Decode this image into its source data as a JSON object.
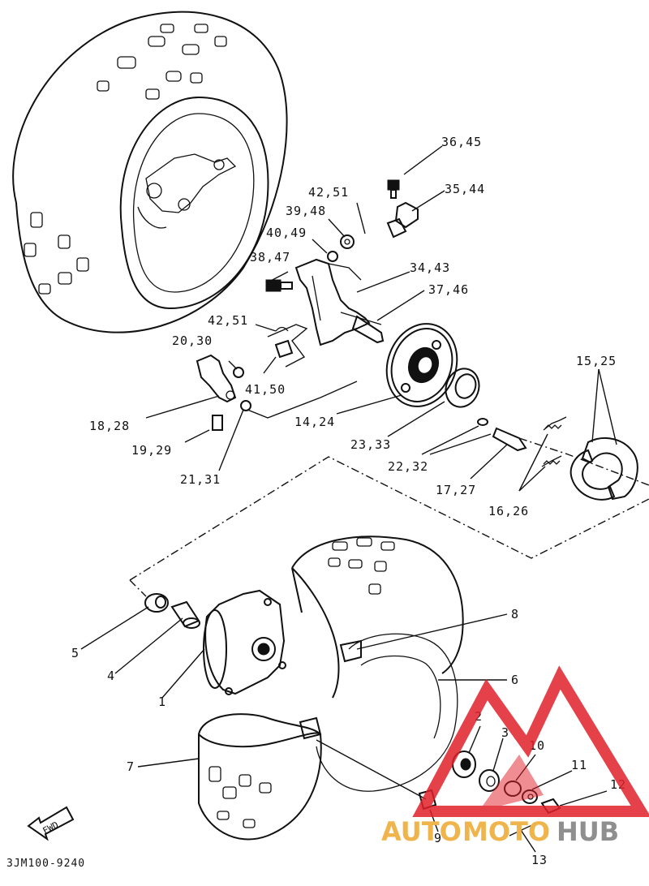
{
  "diagram": {
    "callouts": [
      {
        "id": "c36",
        "text": "36,45"
      },
      {
        "id": "c35",
        "text": "35,44"
      },
      {
        "id": "c42a",
        "text": "42,51"
      },
      {
        "id": "c39",
        "text": "39,48"
      },
      {
        "id": "c40",
        "text": "40,49"
      },
      {
        "id": "c38",
        "text": "38,47"
      },
      {
        "id": "c34",
        "text": "34,43"
      },
      {
        "id": "c37",
        "text": "37,46"
      },
      {
        "id": "c42b",
        "text": "42,51"
      },
      {
        "id": "c20",
        "text": "20,30"
      },
      {
        "id": "c41",
        "text": "41,50"
      },
      {
        "id": "c18",
        "text": "18,28"
      },
      {
        "id": "c14",
        "text": "14,24"
      },
      {
        "id": "c19",
        "text": "19,29"
      },
      {
        "id": "c23",
        "text": "23,33"
      },
      {
        "id": "c22",
        "text": "22,32"
      },
      {
        "id": "c21",
        "text": "21,31"
      },
      {
        "id": "c17",
        "text": "17,27"
      },
      {
        "id": "c16",
        "text": "16,26"
      },
      {
        "id": "c15",
        "text": "15,25"
      },
      {
        "id": "c5",
        "text": "5"
      },
      {
        "id": "c4",
        "text": "4"
      },
      {
        "id": "c1",
        "text": "1"
      },
      {
        "id": "c8",
        "text": "8"
      },
      {
        "id": "c6",
        "text": "6"
      },
      {
        "id": "c7",
        "text": "7"
      },
      {
        "id": "c2",
        "text": "2"
      },
      {
        "id": "c3",
        "text": "3"
      },
      {
        "id": "c10",
        "text": "10"
      },
      {
        "id": "c11",
        "text": "11"
      },
      {
        "id": "c12",
        "text": "12"
      },
      {
        "id": "c9",
        "text": "9"
      },
      {
        "id": "c13",
        "text": "13"
      }
    ],
    "fwd_label": "FWD",
    "diagram_code": "3JM100-9240",
    "watermark": {
      "auto": "AUTO",
      "moto": "MOTO",
      "hub": "HUB",
      "colors": {
        "red": "#e0202a",
        "orange": "#f0b44c",
        "gray": "#8f8f8f"
      }
    }
  }
}
